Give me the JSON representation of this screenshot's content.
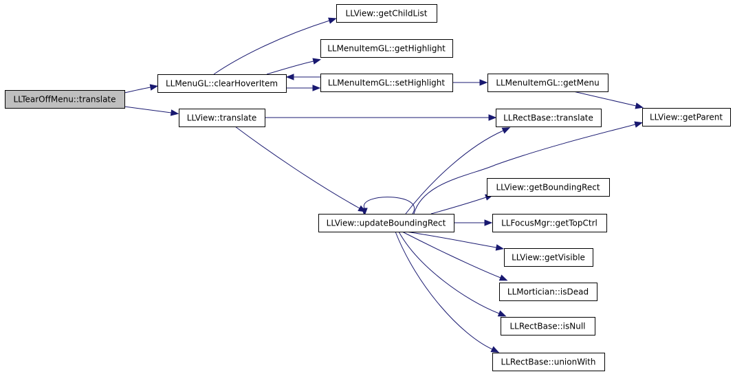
{
  "diagram": {
    "nodes": [
      {
        "id": "tearoff_translate",
        "label": "LLTearOffMenu::translate",
        "root": true
      },
      {
        "id": "menugl_clearhover",
        "label": "LLMenuGL::clearHoverItem"
      },
      {
        "id": "view_translate",
        "label": "LLView::translate"
      },
      {
        "id": "view_getchildlist",
        "label": "LLView::getChildList"
      },
      {
        "id": "menuitem_gethighlight",
        "label": "LLMenuItemGL::getHighlight"
      },
      {
        "id": "menuitem_sethighlight",
        "label": "LLMenuItemGL::setHighlight"
      },
      {
        "id": "menuitem_getmenu",
        "label": "LLMenuItemGL::getMenu"
      },
      {
        "id": "view_getparent",
        "label": "LLView::getParent"
      },
      {
        "id": "rectbase_translate",
        "label": "LLRectBase::translate"
      },
      {
        "id": "view_updatebounding",
        "label": "LLView::updateBoundingRect"
      },
      {
        "id": "view_getboundingrect",
        "label": "LLView::getBoundingRect"
      },
      {
        "id": "focusmgr_gettopctrl",
        "label": "LLFocusMgr::getTopCtrl"
      },
      {
        "id": "view_getvisible",
        "label": "LLView::getVisible"
      },
      {
        "id": "mortician_isdead",
        "label": "LLMortician::isDead"
      },
      {
        "id": "rectbase_isnull",
        "label": "LLRectBase::isNull"
      },
      {
        "id": "rectbase_unionwith",
        "label": "LLRectBase::unionWith"
      }
    ],
    "edges": [
      {
        "from": "tearoff_translate",
        "to": "menugl_clearhover"
      },
      {
        "from": "tearoff_translate",
        "to": "view_translate"
      },
      {
        "from": "menugl_clearhover",
        "to": "view_getchildlist"
      },
      {
        "from": "menugl_clearhover",
        "to": "menuitem_gethighlight"
      },
      {
        "from": "menugl_clearhover",
        "to": "menuitem_sethighlight"
      },
      {
        "from": "menuitem_sethighlight",
        "to": "menugl_clearhover"
      },
      {
        "from": "menuitem_sethighlight",
        "to": "menuitem_getmenu"
      },
      {
        "from": "menuitem_getmenu",
        "to": "view_getparent"
      },
      {
        "from": "view_translate",
        "to": "rectbase_translate"
      },
      {
        "from": "view_translate",
        "to": "view_updatebounding"
      },
      {
        "from": "view_updatebounding",
        "to": "view_updatebounding"
      },
      {
        "from": "view_updatebounding",
        "to": "rectbase_translate"
      },
      {
        "from": "view_updatebounding",
        "to": "view_getparent"
      },
      {
        "from": "view_updatebounding",
        "to": "view_getboundingrect"
      },
      {
        "from": "view_updatebounding",
        "to": "focusmgr_gettopctrl"
      },
      {
        "from": "view_updatebounding",
        "to": "view_getvisible"
      },
      {
        "from": "view_updatebounding",
        "to": "mortician_isdead"
      },
      {
        "from": "view_updatebounding",
        "to": "rectbase_isnull"
      },
      {
        "from": "view_updatebounding",
        "to": "rectbase_unionwith"
      }
    ],
    "colors": {
      "edge": "#191970",
      "root_fill": "#bfbfbf",
      "node_fill": "#ffffff",
      "border": "#000000"
    }
  }
}
